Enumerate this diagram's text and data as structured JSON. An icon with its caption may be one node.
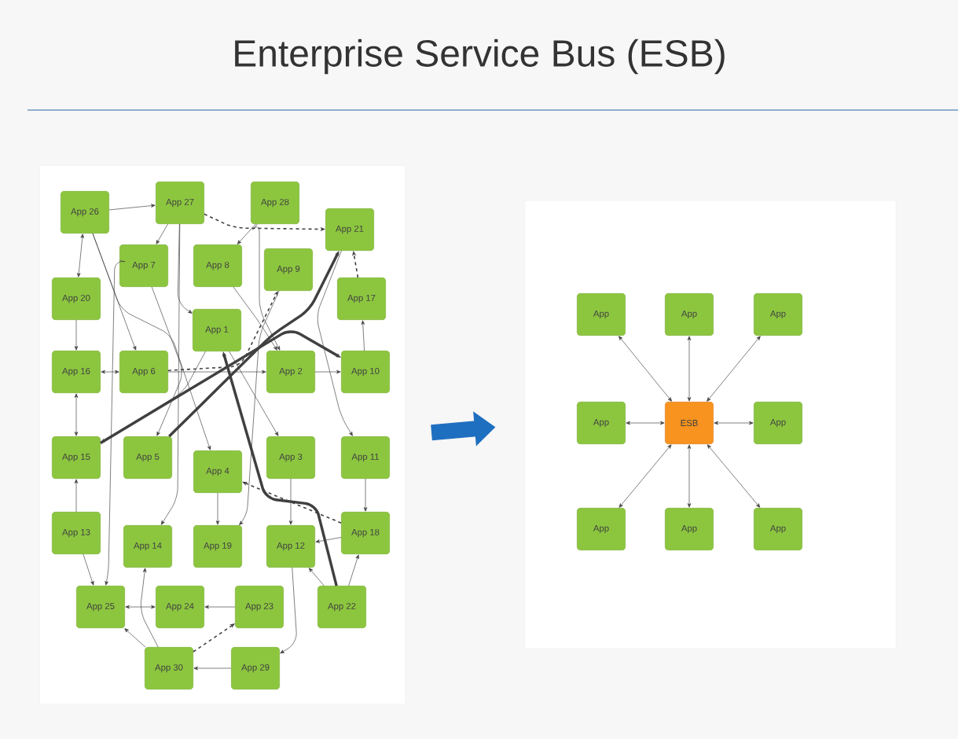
{
  "diagram": {
    "title": "Enterprise Service Bus (ESB)",
    "nodes": [
      {
        "text": [],
        "shape": "box"
      },
      {
        "text": [
          "App 26"
        ],
        "in": 0
      },
      {
        "text": [
          "App 27"
        ],
        "in": 0
      },
      {
        "text": [
          "App 28"
        ],
        "in": 0
      },
      {
        "text": [
          "App 21"
        ],
        "in": 0
      },
      {
        "text": [
          "App 7"
        ],
        "in": 0
      },
      {
        "text": [
          "App 8"
        ],
        "in": 0
      },
      {
        "text": [
          "App 9"
        ],
        "in": 0
      },
      {
        "text": [
          "App 20"
        ],
        "in": 0
      },
      {
        "text": [
          "App 17"
        ],
        "in": 0
      },
      {
        "text": [
          "App 1"
        ],
        "in": 0
      },
      {
        "text": [
          "App 16"
        ],
        "in": 0
      },
      {
        "text": [
          "App 6"
        ],
        "in": 0
      },
      {
        "text": [
          "App 2"
        ],
        "in": 0
      },
      {
        "text": [
          "App 10"
        ],
        "in": 0
      },
      {
        "text": [
          "App 15"
        ],
        "in": 0
      },
      {
        "text": [
          "App 5"
        ],
        "in": 0
      },
      {
        "text": [
          "App 4"
        ],
        "in": 0
      },
      {
        "text": [
          "App 3"
        ],
        "in": 0
      },
      {
        "text": [
          "App 11"
        ],
        "in": 0
      },
      {
        "text": [
          "App 13"
        ],
        "in": 0
      },
      {
        "text": [
          "App 14"
        ],
        "in": 0
      },
      {
        "text": [
          "App 19"
        ],
        "in": 0
      },
      {
        "text": [
          "App 12"
        ],
        "in": 0
      },
      {
        "text": [
          "App 18"
        ],
        "in": 0
      },
      {
        "text": [
          "App 25"
        ],
        "in": 0
      },
      {
        "text": [
          "App 24"
        ],
        "in": 0
      },
      {
        "text": [
          "App 23"
        ],
        "in": 0
      },
      {
        "text": [
          "App 22"
        ],
        "in": 0
      },
      {
        "text": [
          "App 30"
        ],
        "in": 0
      },
      {
        "text": [
          "App 29"
        ],
        "in": 0
      },
      {
        "text": [],
        "shape": "box"
      },
      {
        "text": [
          "App"
        ],
        "in": 31
      },
      {
        "text": [
          "App"
        ],
        "in": 31
      },
      {
        "text": [
          "App"
        ],
        "in": 31
      },
      {
        "text": [
          "App"
        ],
        "in": 31
      },
      {
        "text": [
          "ESB"
        ],
        "in": 31
      },
      {
        "text": [
          "App"
        ],
        "in": 31
      },
      {
        "text": [
          "App"
        ],
        "in": 31
      },
      {
        "text": [
          "App"
        ],
        "in": 31
      },
      {
        "text": [
          "App"
        ],
        "in": 31
      }
    ],
    "edges": [
      {
        "from": 0,
        "to": 31,
        "arrow": "to",
        "style": "thick",
        "color": "#1f6fc0"
      },
      {
        "from": 2,
        "to": 4,
        "arrow": "to",
        "style": "dashed"
      },
      {
        "from": 16,
        "to": 4,
        "arrow": "to",
        "style": "thick"
      },
      {
        "from": 15,
        "to": 14,
        "arrow": "to",
        "style": "thick"
      },
      {
        "from": 28,
        "to": 10,
        "arrow": "to",
        "style": "thick"
      },
      {
        "from": 1,
        "to": 2,
        "arrow": "to"
      },
      {
        "from": 1,
        "to": 8,
        "arrow": "both"
      },
      {
        "from": 8,
        "to": 11,
        "arrow": "to"
      },
      {
        "from": 1,
        "to": 12,
        "arrow": "to"
      },
      {
        "from": 1,
        "to": 17,
        "arrow": "to"
      },
      {
        "from": 2,
        "to": 10,
        "arrow": "to"
      },
      {
        "from": 2,
        "to": 21,
        "arrow": "to"
      },
      {
        "from": 3,
        "to": 6,
        "arrow": "to"
      },
      {
        "from": 3,
        "to": 13,
        "arrow": "to"
      },
      {
        "from": 5,
        "to": 16,
        "arrow": "to"
      },
      {
        "from": 6,
        "to": 13,
        "arrow": "to"
      },
      {
        "from": 9,
        "to": 4,
        "arrow": "to",
        "style": "dashed"
      },
      {
        "from": 14,
        "to": 9,
        "arrow": "to"
      },
      {
        "from": 11,
        "to": 12,
        "arrow": "both"
      },
      {
        "from": 12,
        "to": 13,
        "arrow": "to"
      },
      {
        "from": 13,
        "to": 14,
        "arrow": "to"
      },
      {
        "from": 11,
        "to": 15,
        "arrow": "both"
      },
      {
        "from": 20,
        "to": 15,
        "arrow": "to"
      },
      {
        "from": 20,
        "to": 25,
        "arrow": "to"
      },
      {
        "from": 25,
        "to": 26,
        "arrow": "both"
      },
      {
        "from": 27,
        "to": 26,
        "arrow": "to"
      },
      {
        "from": 30,
        "to": 29,
        "arrow": "to"
      },
      {
        "from": 29,
        "to": 21,
        "arrow": "to"
      },
      {
        "from": 29,
        "to": 25,
        "arrow": "to"
      },
      {
        "from": 28,
        "to": 23,
        "arrow": "to"
      },
      {
        "from": 24,
        "to": 23,
        "arrow": "to"
      },
      {
        "from": 19,
        "to": 24,
        "arrow": "to"
      },
      {
        "from": 28,
        "to": 24,
        "arrow": "to"
      },
      {
        "from": 17,
        "to": 22,
        "arrow": "to"
      },
      {
        "from": 23,
        "to": 30,
        "arrow": "to"
      },
      {
        "from": 4,
        "to": 19,
        "arrow": "to"
      },
      {
        "from": 10,
        "to": 18,
        "arrow": "to"
      },
      {
        "from": 10,
        "to": 15,
        "arrow": "to"
      },
      {
        "from": 12,
        "to": 7,
        "arrow": "to",
        "style": "dashed"
      },
      {
        "from": 24,
        "to": 17,
        "arrow": "to",
        "style": "dashed"
      },
      {
        "from": 29,
        "to": 27,
        "arrow": "to",
        "style": "dashed"
      },
      {
        "from": 18,
        "to": 23,
        "arrow": "to"
      },
      {
        "from": 7,
        "to": 22,
        "arrow": "to"
      },
      {
        "from": 5,
        "to": 25,
        "arrow": "to"
      },
      {
        "from": 2,
        "to": 5,
        "arrow": "to"
      },
      {
        "from": 36,
        "to": 32,
        "arrow": "both"
      },
      {
        "from": 36,
        "to": 33,
        "arrow": "both"
      },
      {
        "from": 36,
        "to": 34,
        "arrow": "both"
      },
      {
        "from": 36,
        "to": 35,
        "arrow": "both"
      },
      {
        "from": 36,
        "to": 37,
        "arrow": "both"
      },
      {
        "from": 36,
        "to": 38,
        "arrow": "both"
      },
      {
        "from": 36,
        "to": 39,
        "arrow": "both"
      },
      {
        "from": 36,
        "to": 40,
        "arrow": "both"
      }
    ]
  }
}
